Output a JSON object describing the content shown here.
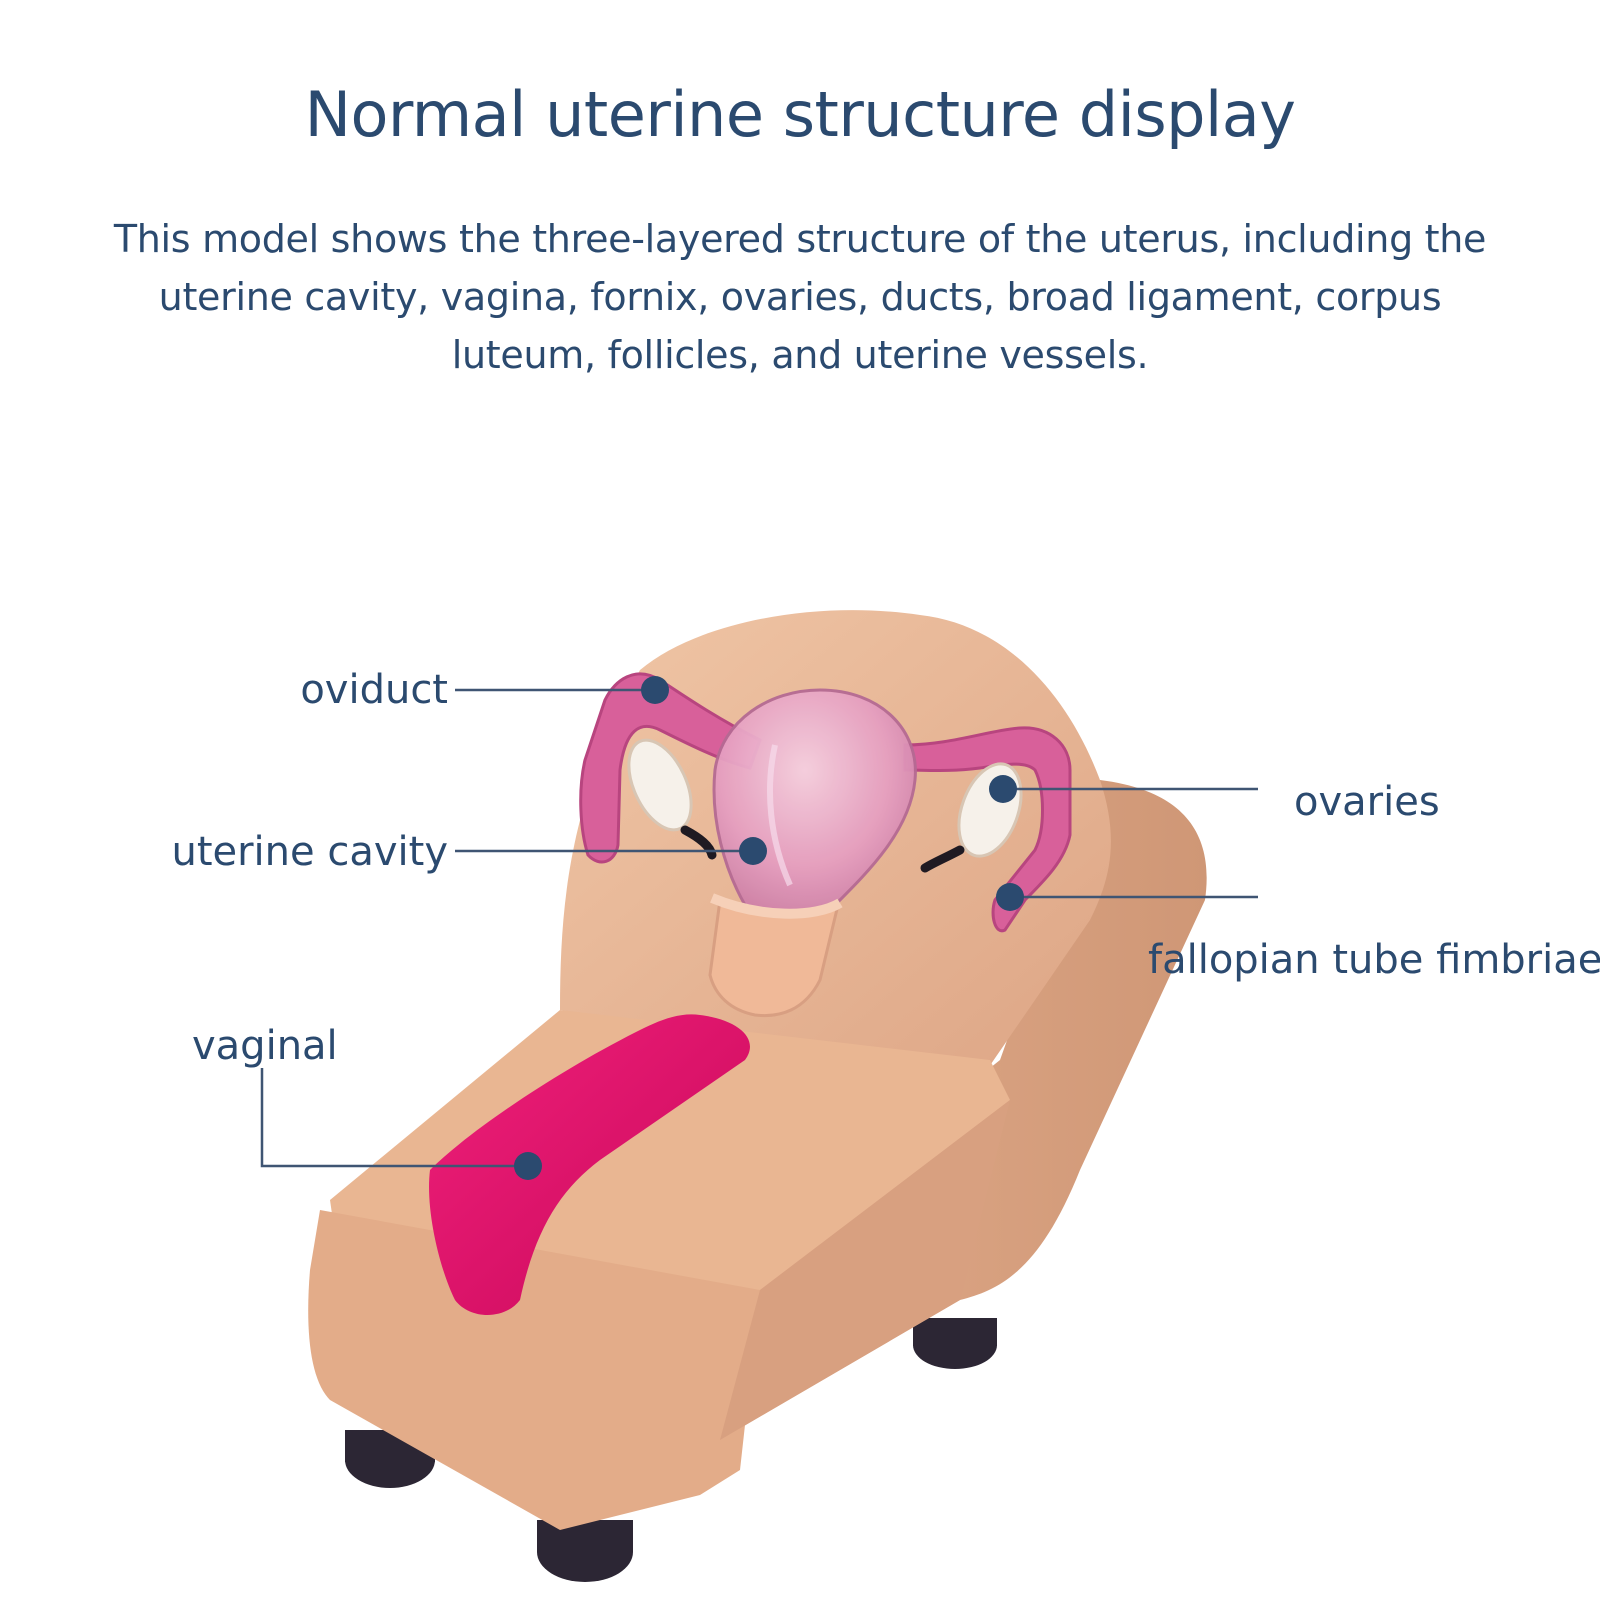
{
  "colors": {
    "text": "#2b4a6f",
    "leader": "#3f5573",
    "dot": "#2b4a6f",
    "skin": "#e8b896",
    "skin_shadow": "#d49e7c",
    "pink": "#e04a8a",
    "magenta": "#e0106a",
    "feet": "#2c2634"
  },
  "header": {
    "title": "Normal uterine structure display",
    "description": "This model shows the three-layered structure of the uterus, including the uterine cavity, vagina, fornix, ovaries, ducts, broad ligament, corpus luteum, follicles, and uterine vessels."
  },
  "labels": {
    "oviduct": "oviduct",
    "uterine_cavity": "uterine cavity",
    "vaginal": "vaginal",
    "ovaries": "ovaries",
    "fallopian_tube_fimbriae": "fallopian tube fimbriae"
  }
}
